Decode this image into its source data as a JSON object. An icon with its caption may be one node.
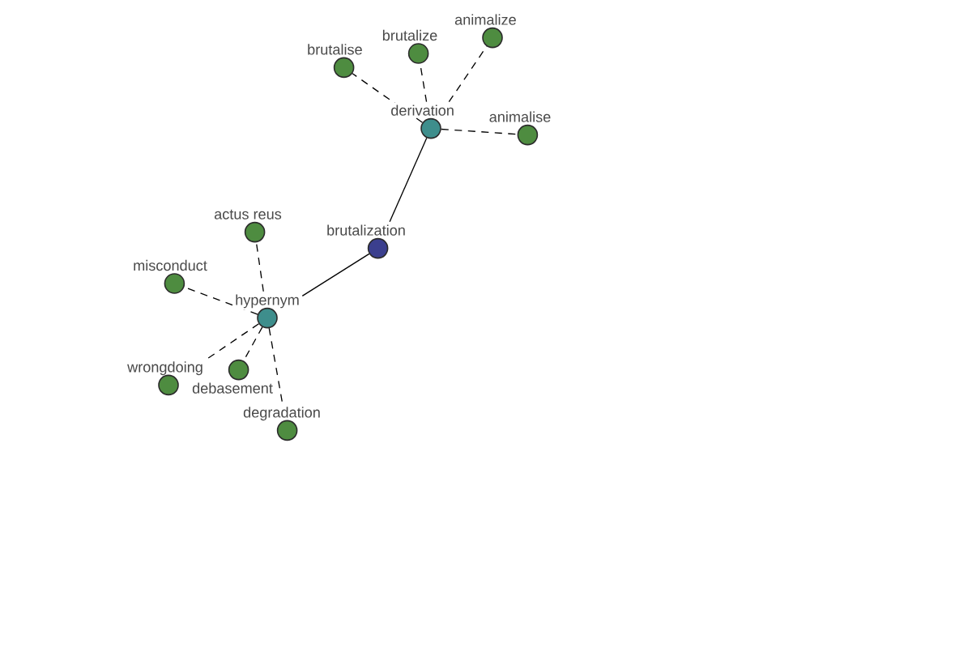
{
  "diagram": {
    "nodes": [
      {
        "text": [
          "animalize"
        ]
      },
      {
        "text": [
          "brutalize"
        ]
      },
      {
        "text": [
          "brutalise"
        ]
      },
      {
        "text": [
          "derivation"
        ]
      },
      {
        "text": [
          "animalise"
        ]
      },
      {
        "text": [
          "actus reus"
        ]
      },
      {
        "text": [
          "brutalization"
        ]
      },
      {
        "text": [
          "misconduct"
        ]
      },
      {
        "text": [
          "hypernym"
        ]
      },
      {
        "text": [
          "debasement"
        ]
      },
      {
        "text": [
          "wrongdoing"
        ]
      },
      {
        "text": [
          "degradation"
        ]
      }
    ],
    "edges": [
      {
        "from": 6,
        "to": 3,
        "arrow": "none"
      },
      {
        "from": 6,
        "to": 8,
        "arrow": "none"
      },
      {
        "from": 3,
        "to": 2,
        "arrow": "none",
        "style": "dashed"
      },
      {
        "from": 3,
        "to": 1,
        "arrow": "none",
        "style": "dashed"
      },
      {
        "from": 3,
        "to": 0,
        "arrow": "none",
        "style": "dashed"
      },
      {
        "from": 3,
        "to": 4,
        "arrow": "none",
        "style": "dashed"
      },
      {
        "from": 8,
        "to": 5,
        "arrow": "none",
        "style": "dashed"
      },
      {
        "from": 8,
        "to": 7,
        "arrow": "none",
        "style": "dashed"
      },
      {
        "from": 8,
        "to": 9,
        "arrow": "none",
        "style": "dashed"
      },
      {
        "from": 8,
        "to": 10,
        "arrow": "none",
        "style": "dashed"
      },
      {
        "from": 8,
        "to": 11,
        "arrow": "none",
        "style": "dashed"
      }
    ]
  }
}
